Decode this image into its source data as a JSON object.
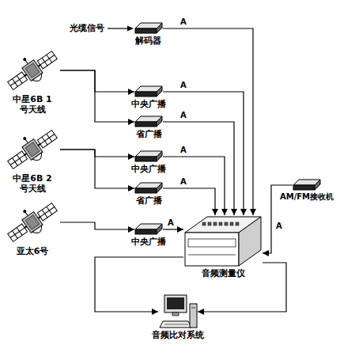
{
  "diagram": {
    "nodes": [
      {
        "text": [
          "解码器"
        ]
      },
      {
        "text": [
          "中星6B 1号天线"
        ]
      },
      {
        "text": [
          "中央广播"
        ]
      },
      {
        "text": [
          "省广播"
        ]
      },
      {
        "text": [
          "中星6B 2号天线"
        ]
      },
      {
        "text": [
          "中央广播"
        ]
      },
      {
        "text": [
          "省广播"
        ]
      },
      {
        "text": [
          "AM/FM接收机"
        ]
      },
      {
        "text": [
          "亚太6号"
        ]
      },
      {
        "text": [
          "中央广播"
        ]
      },
      {
        "text": [
          "音频测量仪"
        ]
      },
      {
        "text": [
          "音频比对系统"
        ]
      }
    ],
    "edges": [
      {
        "from": 0,
        "to": 10,
        "label": "A",
        "arrow": "to"
      },
      {
        "from": 1,
        "to": 2,
        "arrow": "to"
      },
      {
        "from": 1,
        "to": 3,
        "arrow": "to"
      },
      {
        "from": 2,
        "to": 10,
        "label": "A",
        "arrow": "to"
      },
      {
        "from": 3,
        "to": 10,
        "label": "A",
        "arrow": "to"
      },
      {
        "from": 4,
        "to": 5,
        "arrow": "to"
      },
      {
        "from": 4,
        "to": 6,
        "arrow": "to"
      },
      {
        "from": 5,
        "to": 10,
        "label": "A",
        "arrow": "to"
      },
      {
        "from": 6,
        "to": 10,
        "label": "A",
        "arrow": "to"
      },
      {
        "from": 7,
        "to": 10,
        "label": "A",
        "arrow": "to"
      },
      {
        "from": 8,
        "to": 9,
        "arrow": "to"
      },
      {
        "from": 9,
        "to": 10,
        "label": "A",
        "arrow": "to"
      },
      {
        "from": 10,
        "to": 11,
        "arrow": "to"
      },
      {
        "from": 10,
        "to": 11,
        "arrow": "to"
      }
    ],
    "labels": [
      "光缆信号"
    ]
  }
}
